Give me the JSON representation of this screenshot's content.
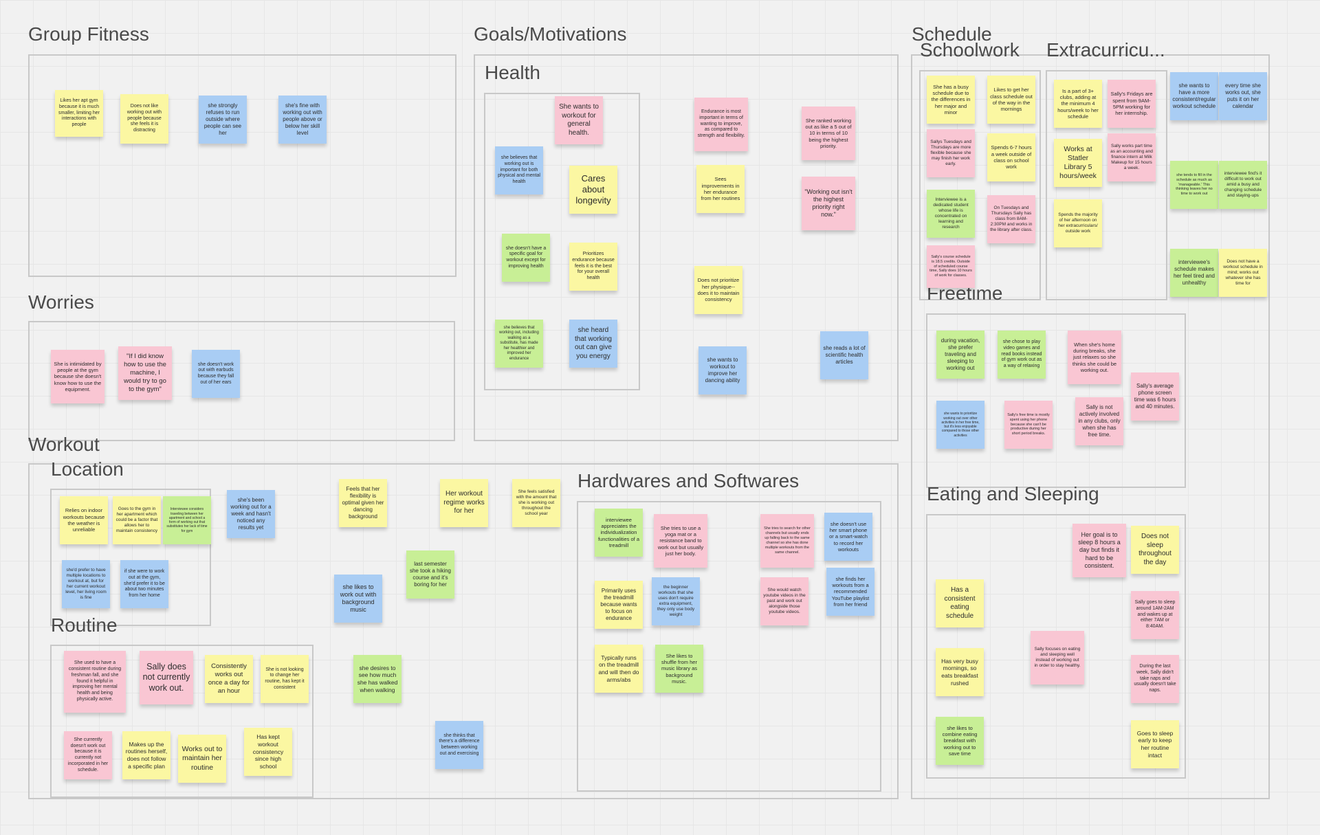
{
  "colors": {
    "yellow": "#fbf7a2",
    "blue": "#a9cdf4",
    "pink": "#f9c6d3",
    "green": "#c8ef96",
    "frame_border": "#c8c8c8",
    "background": "#f1f1f1"
  },
  "sections": {
    "group_fitness": "Group Fitness",
    "goals_motivations": "Goals/Motivations",
    "health": "Health",
    "schedule": "Schedule",
    "schoolwork": "Schoolwork",
    "extracurricular": "Extracurricu...",
    "freetime": "Freetime",
    "worries": "Worries",
    "workout": "Workout",
    "location": "Location",
    "routine": "Routine",
    "hardwares": "Hardwares and Softwares",
    "eating_sleeping": "Eating and Sleeping"
  },
  "notes": {
    "gf": [
      "Likes her apt gym because it is much smaller, limiting her interactions with people",
      "Does not like working out with people because she feels it is distracting",
      "she strongly refuses to run outside where people can see her",
      "she's fine with working out with people above or below her skill level"
    ],
    "health": [
      "She wants to workout for general health.",
      "she believes that working out is important for both physical and mental health",
      "Cares about longevity",
      "she doesn't have a specific goal for workout except for improving health",
      "Prioritizes endurance because feels it is the best for your overall health",
      "she believes that working out, including walking as a substitute, has made her healthier and improved her endurance",
      "she heard that working out can give you energy"
    ],
    "goals": [
      "Endurance is most important in terms of wanting to improve, as compared to strength and flexibility.",
      "She ranked working out as like a 5 out of 10 in terms of 10 being the highest priority.",
      "Sees improvements in her endurance from her routines",
      "\"Working out isn't the highest priority right now.\"",
      "Does not prioritize her physique--does it to maintain consistency",
      "she wants to workout to improve her dancing ability",
      "she reads a lot of scientific health articles"
    ],
    "schoolwork": [
      "She has a busy schedule due to the differences in her major and minor",
      "Likes to get her class schedule out of the way in the mornings",
      "Sallys Tuesdays and Thursdays are more flexible because she may finish her work early.",
      "Spends 6-7 hours a week outside of class on school work",
      "Interviewee is a dedicated student whose life is concentrated on learning and research",
      "On Tuesdays and Thursdays Sally has class from 8AM-2:30PM and works in the library after class.",
      "Sally's course schedule is 18.5 credits. Outside of scheduled course time, Sally does 10 hours of work for classes."
    ],
    "extra": [
      "Is a part of 3+ clubs, adding at the minimum 4 hours/week to her schedule",
      "Sally's Fridays are spent from 9AM-5PM working for her internship.",
      "Works at Statler Library 5 hours/week",
      "Sally works part time as an accounting and finance intern at Milk Makeup for 15 hours a week.",
      "Spends the majority of her afternoon on her extracurriculars/ outside work"
    ],
    "schedule": [
      "she wants to have a more consistent/regular workout schedule",
      "every time she works out, she puts it on her calendar",
      "she tends to fill in the schedule as much as 'manageable.' This thinking leaves her no time to work out",
      "interviewee find's it difficult to work out amid a busy and changing schedule and staying-ups",
      "interviewee's schedule makes her feel tired and unhealthy",
      "Does not have a workout schedule in mind; works out whatever she has time for"
    ],
    "freetime": [
      "during vacation, she prefer traveling and sleeping to working out",
      "she chose to play video games and read books instead of gym work out as a way of relaxing",
      "When she's home during breaks, she just relaxes so she thinks she could be working out.",
      "Sally's average phone screen time was 6 hours and 40 minutes.",
      "she wants to prioritize working out over other activities in her free time, but it's less enjoyable compared to those other activities",
      "Sally's free time is mostly spent using her phone because she can't be productive during her short period breaks.",
      "Sally is not actively involved in any clubs, only when she has free time."
    ],
    "worries": [
      "She is intimidated by people at the gym because she doesn't know how to use the equipment.",
      "\"If I did know how to use the machine, I would try to go to the gym\"",
      "she doesn't work out with earbuds because they fall out of her ears"
    ],
    "location": [
      "Relies on indoor workouts because the weather is unreliable",
      "Goes to the gym in her apartment which could be a factor that allows her to maintain consistency",
      "Interviewee considers traveling between her apartment and school a form of working out that substitutes her lack of time for gym",
      "she'd prefer to have multiple locations to workout at, but for her current workout level, her living room is fine",
      "if she were to work out at the gym, she'd prefer it to be about two minutes from her home"
    ],
    "workout": [
      "she's been working out for a week and hasn't noticed any results yet",
      "Feels that her flexibility is optimal given her dancing background",
      "Her workout regime works for her",
      "She feels satisfied with the amount that she is working out throughout the school year",
      "last semester she took a hiking course and it's boring for her",
      "she likes to work out with background music",
      "she desires to see how much she has walked when walking",
      "she thinks that there's a difference between working out and exercising"
    ],
    "routine": [
      "She used to have a consistent routine during freshman fall, and she found it helpful in improving her mental health and being physically active.",
      "Sally does not currently work out.",
      "Consistently works out once a day for an hour",
      "She is not looking to change her routine, has kept it consistent",
      "She currently doesn't work out because it is currently not incorporated in her schedule.",
      "Makes up the routines herself, does not follow a specific plan",
      "Works out to maintain her routine",
      "Has kept workout consistency since high school"
    ],
    "hardware": [
      "interviewee appreciates the individualization functionalities of a treadmill",
      "She tries to use a yoga mat or a resistance band to work out but usually just her body.",
      "She tries to search for other channels but usually ends up falling back to the same channel so she has done multiple workouts from the same channel.",
      "she doesn't use her smart phone or a smart-watch to record her workouts",
      "Primarily uses the treadmill because wants to focus on endurance",
      "the beginner workouts that she uses don't require extra equipment, they only use body weight",
      "She would watch youtube videos in the past and work out alongside those youtube videos.",
      "she finds her workouts from a recommended YouTube playlist from her friend",
      "Typically runs on the treadmill and will then do arms/abs",
      "She likes to shuffle from her music library as background music."
    ],
    "eating": [
      "Her goal is to sleep 8 hours a day but finds it hard to be consistent.",
      "Does not sleep throughout the day",
      "Has a consistent eating schedule",
      "Sally goes to sleep around 1AM-2AM and wakes up at either 7AM or 8:40AM.",
      "Sally focuses on eating and sleeping well instead of working out in order to stay healthy.",
      "Has very busy mornings, so eats breakfast rushed",
      "During the last week, Sally didn't take naps and usually doesn't take naps.",
      "she likes to combine eating breakfast with working out to save time",
      "Goes to sleep early to keep her routine intact"
    ]
  }
}
